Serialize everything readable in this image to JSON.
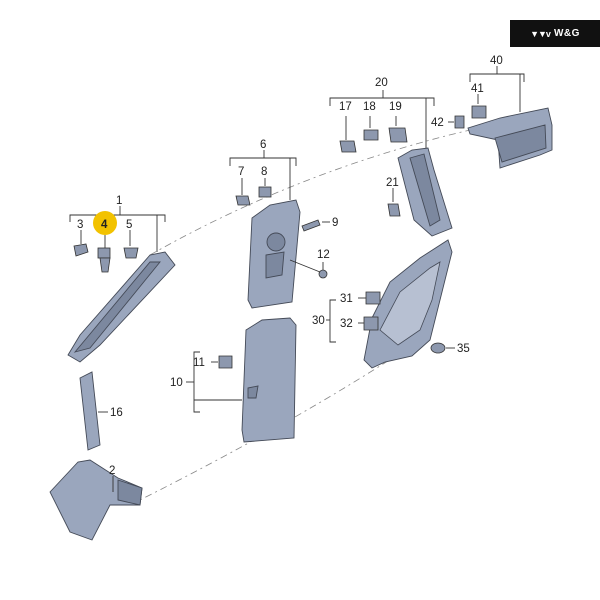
{
  "logo": {
    "mark": "▼▼v",
    "text": "W&G"
  },
  "highlight_color": "#f2c200",
  "part_color": "#9aa6bd",
  "callouts": {
    "c1": "1",
    "c2": "2",
    "c3": "3",
    "c4": "4",
    "c5": "5",
    "c6": "6",
    "c7": "7",
    "c8": "8",
    "c9": "9",
    "c10": "10",
    "c11": "11",
    "c12": "12",
    "c16": "16",
    "c17": "17",
    "c18": "18",
    "c19": "19",
    "c20": "20",
    "c21": "21",
    "c30": "30",
    "c31": "31",
    "c32": "32",
    "c35": "35",
    "c40": "40",
    "c41": "41",
    "c42": "42"
  }
}
